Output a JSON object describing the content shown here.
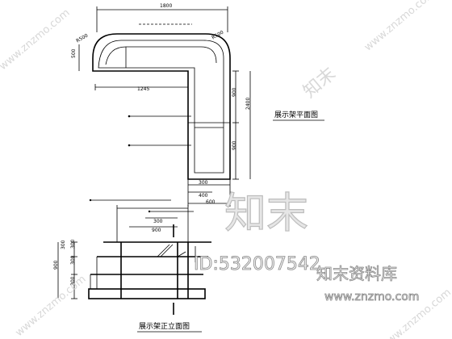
{
  "plan_view": {
    "title": "展示架平面图",
    "dim_top": "1800",
    "dim_left": "500",
    "dim_inner": "1245",
    "dim_right_a": "900",
    "dim_right_b": "900",
    "dim_right_total": "2400",
    "dim_bottom_a": "300",
    "dim_bottom_b": "400",
    "dim_bottom_c": "600",
    "radius_left": "R500",
    "radius_right": "R500"
  },
  "elevation_view": {
    "title": "展示架正立面图",
    "dim_top_a": "300",
    "dim_top_b": "900",
    "dim_left_a": "300",
    "dim_left_b": "300",
    "dim_left_c": "300",
    "dim_left_total": "900",
    "dim_left_d": "300"
  },
  "watermarks": {
    "brand_big": "知末",
    "id_label": "ID:532007542",
    "brand_site_cn": "知末资料库",
    "site_url": "www.znzmo.com"
  }
}
